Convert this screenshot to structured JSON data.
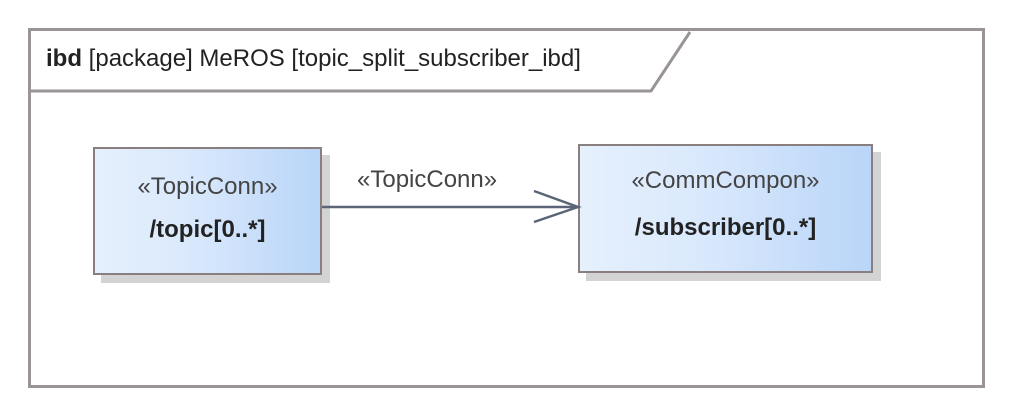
{
  "frame": {
    "kind": "ibd",
    "label": "[package] MeROS [topic_split_subscriber_ibd]"
  },
  "blocks": [
    {
      "stereotype": "«TopicConn»",
      "name": "/topic[0..*]"
    },
    {
      "stereotype": "«CommCompon»",
      "name": "/subscriber[0..*]"
    }
  ],
  "connector": {
    "stereotype": "«TopicConn»",
    "direction": "topic-to-subscriber"
  },
  "colors": {
    "frame_border": "#9b9494",
    "block_fill_start": "#e6f0fd",
    "block_fill_end": "#b9d5f8",
    "block_border": "#8a7f7f",
    "connector_line": "#5c6478"
  }
}
